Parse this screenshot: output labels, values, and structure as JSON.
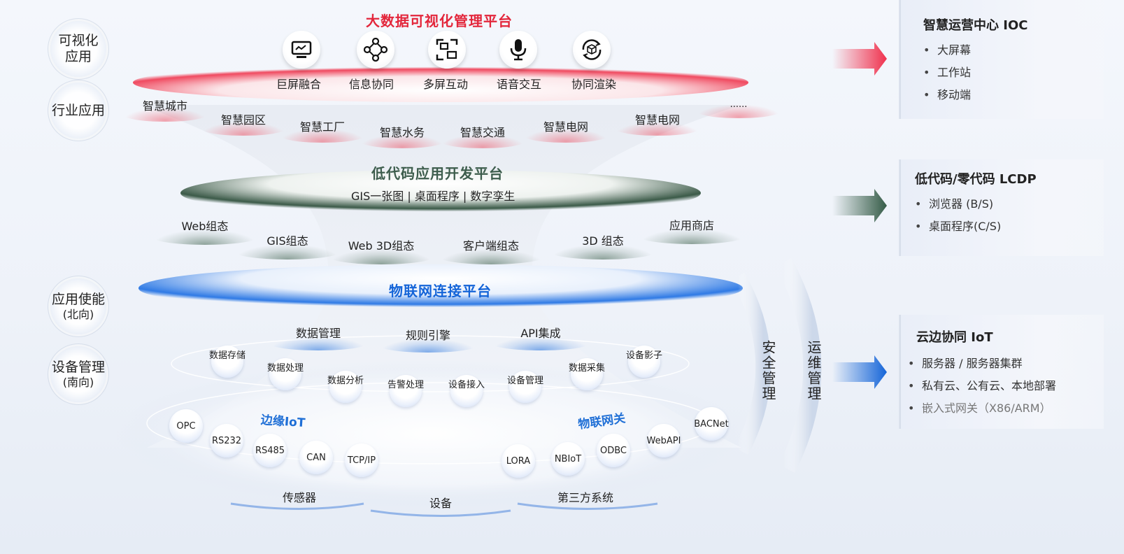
{
  "side_labels": {
    "visual": "可视化\n应用",
    "industry": "行业应用",
    "enable": {
      "main": "应用使能",
      "sub": "(北向)"
    },
    "device": {
      "main": "设备管理",
      "sub": "(南向)"
    }
  },
  "visual_platform": {
    "title": "大数据可视化管理平台",
    "items": [
      {
        "label": "巨屏融合",
        "icon": "monitor-icon"
      },
      {
        "label": "信息协同",
        "icon": "network-icon"
      },
      {
        "label": "多屏互动",
        "icon": "multiscreen-icon"
      },
      {
        "label": "语音交互",
        "icon": "microphone-icon"
      },
      {
        "label": "协同渲染",
        "icon": "cube-render-icon"
      }
    ]
  },
  "industry_apps": [
    "智慧城市",
    "智慧园区",
    "智慧工厂",
    "智慧水务",
    "智慧交通",
    "智慧电网",
    "智慧电网",
    "......"
  ],
  "lowcode_platform": {
    "title": "低代码应用开发平台",
    "subtitle": "GIS一张图 | 桌面程序 | 数字孪生",
    "components": [
      "Web组态",
      "GIS组态",
      "Web 3D组态",
      "客户端组态",
      "3D 组态",
      "应用商店"
    ]
  },
  "iot_platform": {
    "title": "物联网连接平台",
    "modules": [
      "数据管理",
      "规则引擎",
      "API集成"
    ],
    "functions": [
      "数据存储",
      "数据处理",
      "数据分析",
      "告警处理",
      "设备接入",
      "设备管理",
      "数据采集",
      "设备影子"
    ],
    "edge_title": "边缘IoT",
    "gateway_title": "物联网关",
    "edge_protocols": [
      "OPC",
      "RS232",
      "RS485",
      "CAN",
      "TCP/IP"
    ],
    "gateway_protocols": [
      "LORA",
      "NBIoT",
      "ODBC",
      "WebAPI",
      "BACNet"
    ],
    "bottom": [
      "传感器",
      "设备",
      "第三方系统"
    ]
  },
  "vertical_bars": {
    "security": "安全管理",
    "ops": "运维管理"
  },
  "right_cards": [
    {
      "title": "智慧运营中心 IOC",
      "items": [
        "大屏幕",
        "工作站",
        "移动端"
      ],
      "arrow_color": "#f0314d"
    },
    {
      "title": "低代码/零代码 LCDP",
      "items": [
        "浏览器 (B/S)",
        "桌面程序(C/S)"
      ],
      "arrow_color": "#355c47"
    },
    {
      "title": "云边协同 IoT",
      "items": [
        "服务器 / 服务器集群",
        "私有云、公有云、本地部署",
        "嵌入式网关（X86/ARM）"
      ],
      "arrow_color": "#1565d8"
    }
  ]
}
